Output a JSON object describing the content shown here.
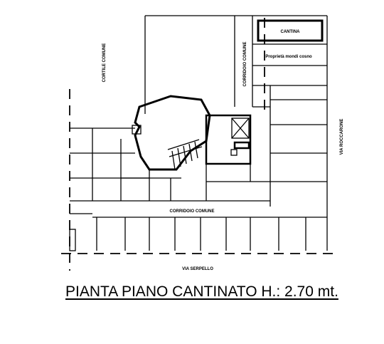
{
  "labels": {
    "cortile_comune": "CORTILE COMUNE",
    "corridoio_comune_vertical": "CORRIDOIO COMUNE",
    "cantina": "CANTINA",
    "proprieta": "Proprietà mondi cosno",
    "via_roccaro": "VIA ROCCARONE",
    "corridoio_comune": "CORRIDOIO COMUNE",
    "via_serpello": "VIA SERPELLO"
  },
  "caption": "PIANTA PIANO CANTINATO  H.: 2.70 mt."
}
